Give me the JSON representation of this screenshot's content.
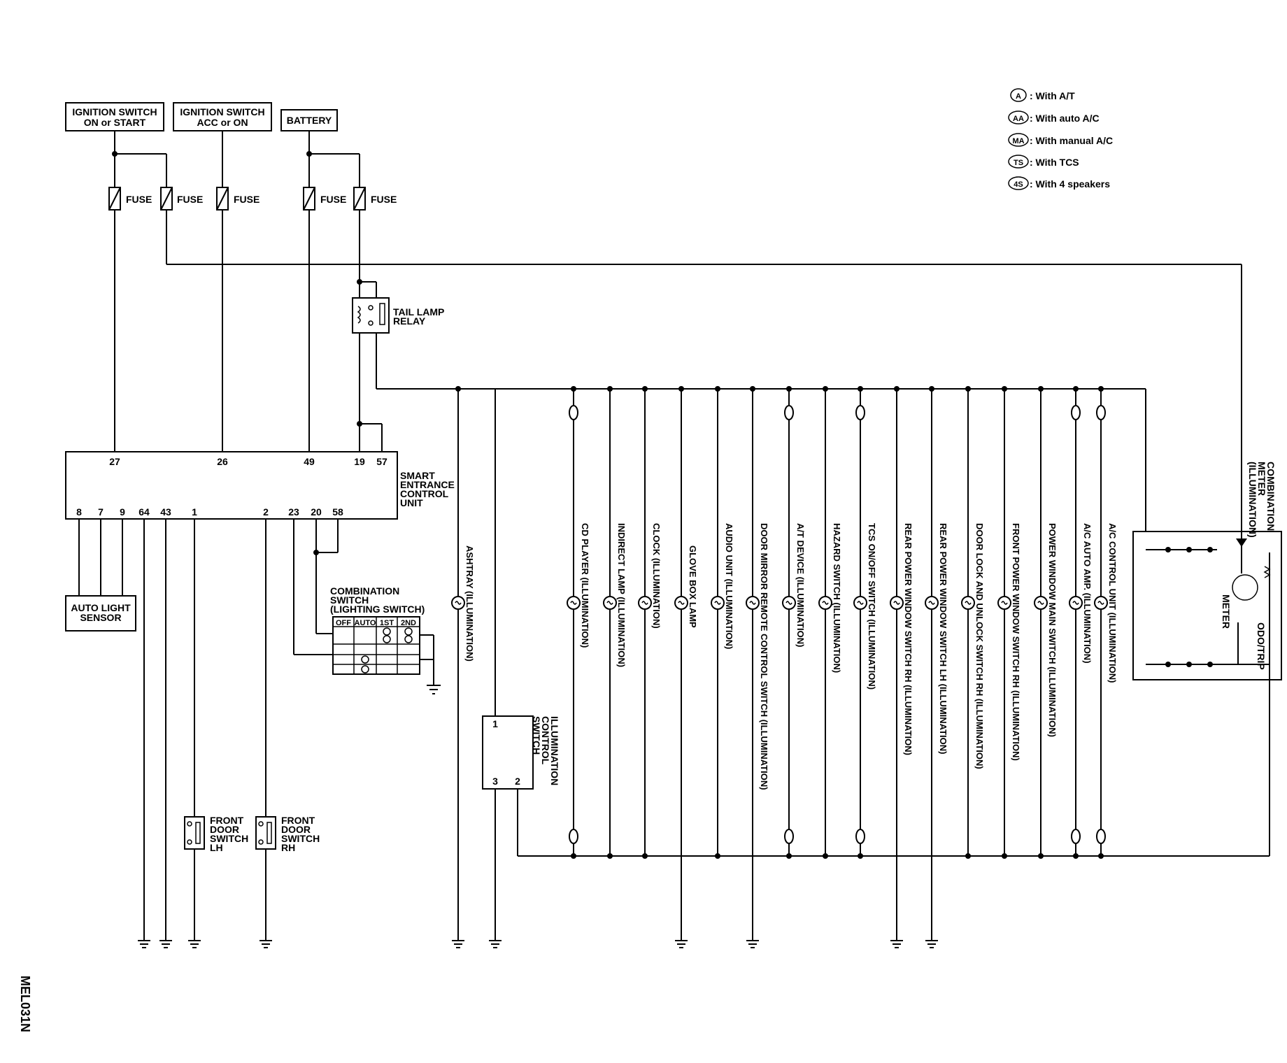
{
  "legend": [
    {
      "code": "A",
      "text": ": With A/T"
    },
    {
      "code": "AA",
      "text": ": With auto A/C"
    },
    {
      "code": "MA",
      "text": ": With manual A/C"
    },
    {
      "code": "TS",
      "text": ": With TCS"
    },
    {
      "code": "4S",
      "text": ": With 4 speakers"
    }
  ],
  "sources": {
    "ign_on_l1": "IGNITION SWITCH",
    "ign_on_l2": "ON or START",
    "ign_acc_l1": "IGNITION SWITCH",
    "ign_acc_l2": "ACC or ON",
    "battery": "BATTERY"
  },
  "fuse_label": "FUSE",
  "relay": {
    "l1": "TAIL LAMP",
    "l2": "RELAY"
  },
  "control_unit": {
    "l1": "SMART",
    "l2": "ENTRANCE",
    "l3": "CONTROL",
    "l4": "UNIT",
    "top_pins": [
      "27",
      "26",
      "49",
      "19",
      "57"
    ],
    "bottom_pins": [
      "8",
      "7",
      "9",
      "64",
      "43",
      "1",
      "2",
      "23",
      "20",
      "58"
    ]
  },
  "auto_light_sensor": {
    "l1": "AUTO LIGHT",
    "l2": "SENSOR"
  },
  "combination_switch": {
    "l1": "COMBINATION",
    "l2": "SWITCH",
    "l3": "(LIGHTING SWITCH)",
    "positions": [
      "OFF",
      "AUTO",
      "1ST",
      "2ND"
    ]
  },
  "front_door_lh": {
    "l1": "FRONT",
    "l2": "DOOR",
    "l3": "SWITCH",
    "l4": "LH"
  },
  "front_door_rh": {
    "l1": "FRONT",
    "l2": "DOOR",
    "l3": "SWITCH",
    "l4": "RH"
  },
  "illumination_switch": {
    "l1": "ILLUMINATION",
    "l2": "CONTROL",
    "l3": "SWITCH",
    "pins": [
      "1",
      "3",
      "2"
    ]
  },
  "lamps": [
    "ASHTRAY (ILLUMINATION)",
    "CD PLAYER (ILLUMINATION)",
    "INDIRECT LAMP (ILLUMINATION)",
    "CLOCK (ILLUMINATION)",
    "GLOVE BOX LAMP",
    "AUDIO UNIT (ILLUMINATION)",
    "DOOR MIRROR REMOTE CONTROL SWITCH (ILLUMINATION)",
    "A/T DEVICE (ILLUMINATION)",
    "HAZARD SWITCH (ILLUMINATION)",
    "TCS ON/OFF SWITCH (ILLUMINATION)",
    "REAR POWER WINDOW SWITCH RH (ILLUMINATION)",
    "REAR POWER WINDOW SWITCH LH (ILLUMINATION)",
    "DOOR LOCK AND UNLOCK SWITCH RH (ILLUMINATION)",
    "FRONT POWER WINDOW SWITCH RH (ILLUMINATION)",
    "POWER WINDOW MAIN SWITCH (ILLUMINATION)",
    "A/C AUTO AMP. (ILLUMINATION)",
    "A/C CONTROL UNIT (ILLUMINATION)"
  ],
  "combination_meter": {
    "l1": "COMBINATION",
    "l2": "METER",
    "l3": "(ILLUMINATION)",
    "meter": "METER",
    "odo": "ODO/TRIP"
  },
  "figure_code": "MEL031N"
}
